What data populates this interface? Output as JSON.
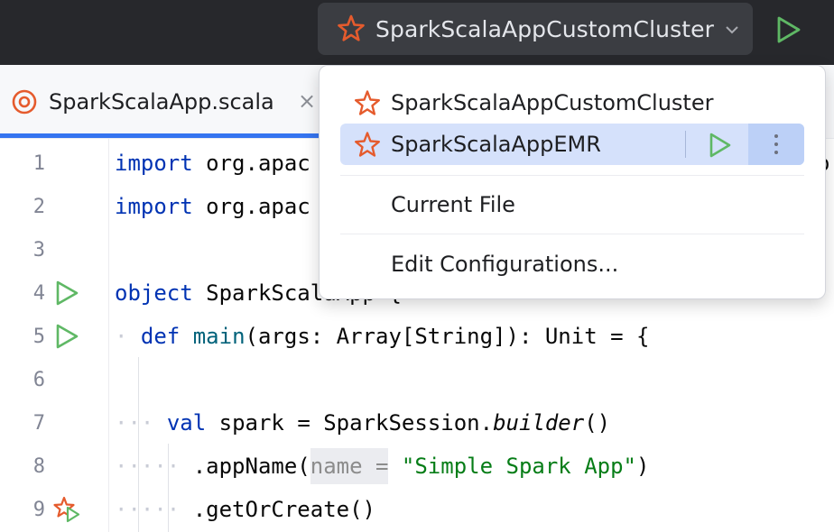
{
  "toolbar": {
    "run_config_label": "SparkScalaAppCustomCluster",
    "run_config_icon": "spark-config-icon",
    "dropdown_icon": "chevron-down-icon",
    "run_icon": "run-icon"
  },
  "tabs": [
    {
      "label": "SparkScalaApp.scala",
      "icon": "scala-file-icon",
      "close": "×"
    }
  ],
  "popup": {
    "items": [
      {
        "label": "SparkScalaAppCustomCluster",
        "icon": "spark-config-icon"
      },
      {
        "label": "SparkScalaAppEMR",
        "icon": "spark-config-icon",
        "selected": true
      },
      {
        "label": "Current File"
      },
      {
        "label": "Edit Configurations..."
      }
    ]
  },
  "editor": {
    "lines": [
      {
        "number": "1",
        "code": "import org.apac"
      },
      {
        "number": "2",
        "code": "import org.apac"
      },
      {
        "number": "3",
        "code": ""
      },
      {
        "number": "4",
        "code": "object SparkScalaApp {"
      },
      {
        "number": "5",
        "code": "  def main(args: Array[String]): Unit = {"
      },
      {
        "number": "6",
        "code": ""
      },
      {
        "number": "7",
        "code": "    val spark = SparkSession.builder()"
      },
      {
        "number": "8",
        "code": "      .appName(name = \"Simple Spark App\")"
      },
      {
        "number": "9",
        "code": "      .getOrCreate()"
      }
    ],
    "tokens": {
      "import_kw": "import",
      "import1_rest": "org.apac",
      "import2_rest": "org.apac",
      "object_kw": "object",
      "object_name": "SparkScalaApp {",
      "def_kw": "def",
      "main_fn": "main",
      "main_sig": "(args: Array[String]): Unit = {",
      "val_kw": "val",
      "spark_assign": "spark = SparkSession.",
      "builder_fn": "builder",
      "builder_parens": "()",
      "appname_call": ".appName(",
      "hint_name": "name =",
      "app_string": "\"Simple Spark App\"",
      "appname_close": ")",
      "getorcreate": ".getOrCreate()"
    },
    "overflow_char": "o",
    "gutter_icons": {
      "4": "run-icon",
      "5": "run-icon",
      "9": "spark-run-icon"
    }
  },
  "colors": {
    "accent": "#3574f0",
    "spark_orange": "#e55b2d",
    "run_green": "#5fb865",
    "selection": "#d5e1fb"
  }
}
